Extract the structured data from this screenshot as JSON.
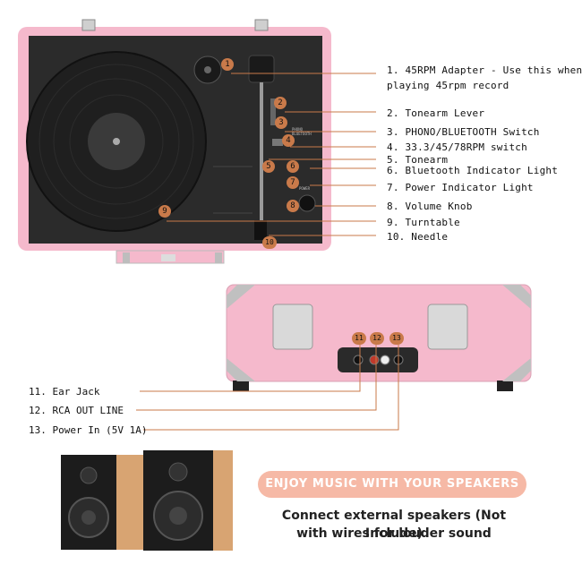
{
  "top_view": {
    "callouts": [
      {
        "num": "1",
        "text": "1. 45RPM Adapter - Use this when",
        "text2": "playing 45rpm record"
      },
      {
        "num": "2",
        "text": "2. Tonearm Lever"
      },
      {
        "num": "3",
        "text": "3. PHONO/BLUETOOTH Switch"
      },
      {
        "num": "4",
        "text": "4. 33.3/45/78RPM switch"
      },
      {
        "num": "5",
        "text": "5. Tonearm"
      },
      {
        "num": "6",
        "text": "6. Bluetooth Indicator Light"
      },
      {
        "num": "7",
        "text": "7. Power Indicator Light"
      },
      {
        "num": "8",
        "text": "8. Volume Knob"
      },
      {
        "num": "9",
        "text": "9. Turntable"
      },
      {
        "num": "10",
        "text": "10. Needle"
      }
    ],
    "panel_text": {
      "phono": "PHONO",
      "bluetooth": "BLUETOOTH",
      "power": "POWER"
    }
  },
  "side_view": {
    "callouts": [
      {
        "num": "11",
        "text": "11. Ear Jack"
      },
      {
        "num": "12",
        "text": "12. RCA OUT LINE"
      },
      {
        "num": "13",
        "text": "13. Power In (5V 1A)"
      }
    ]
  },
  "promo": {
    "banner": "ENJOY MUSIC WITH YOUR SPEAKERS",
    "line1": "Connect external speakers (Not Include)",
    "line2": "with wires for louder sound"
  },
  "colors": {
    "case_pink": "#f5b9cc",
    "panel_dark": "#2a2a2a",
    "accent": "#c97a4a",
    "banner": "#f6b9a6"
  }
}
